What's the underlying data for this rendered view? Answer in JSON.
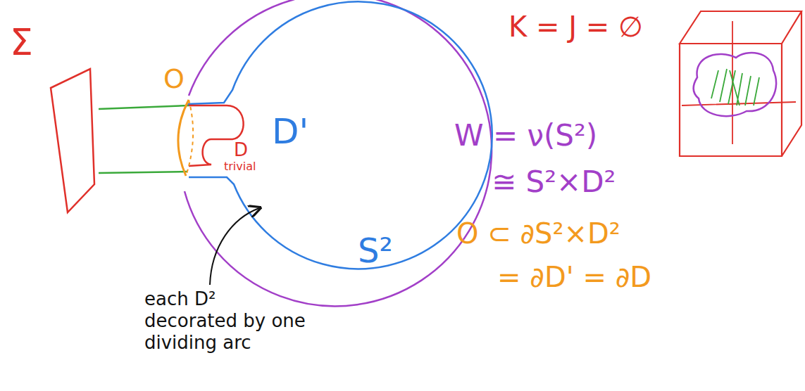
{
  "diagram": {
    "labels": [
      "Σ",
      "O",
      "D'",
      "D",
      "trivial",
      "S²",
      "K = J = ∅",
      "W = ν(S²)",
      "≅ S²×D²",
      "O ⊂ ∂S²×D²",
      "= ∂D' = ∂D",
      "each D² decorated by one dividing arc"
    ]
  }
}
